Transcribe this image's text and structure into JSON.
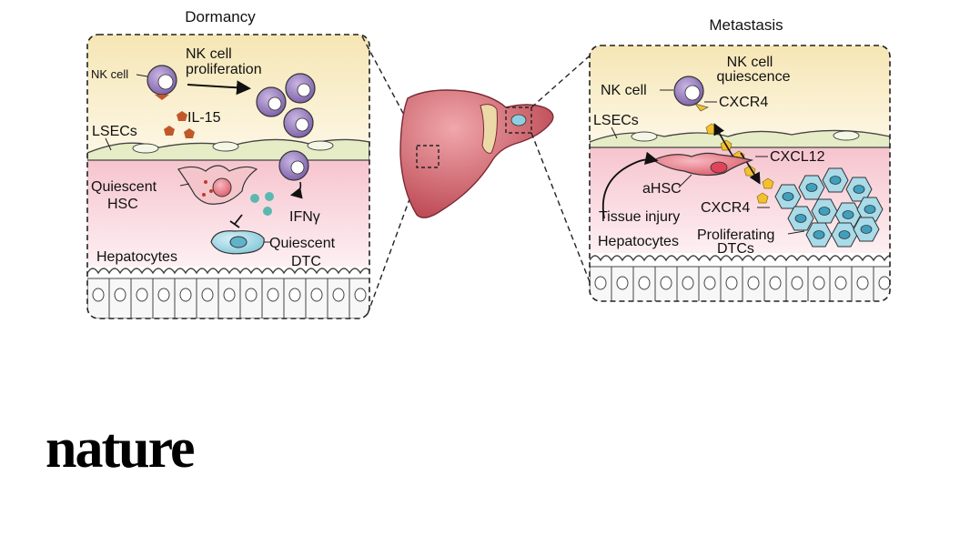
{
  "dormancy": {
    "title": "Dormancy",
    "nk_cell": "NK cell",
    "nk_prolif_1": "NK cell",
    "nk_prolif_2": "proliferation",
    "il15": "IL-15",
    "lsecs": "LSECs",
    "hsc_1": "Quiescent",
    "hsc_2": "HSC",
    "ifng": "IFNγ",
    "hepatocytes": "Hepatocytes",
    "dtc_1": "Quiescent",
    "dtc_2": "DTC"
  },
  "metastasis": {
    "title": "Metastasis",
    "nk_q_1": "NK cell",
    "nk_q_2": "quiescence",
    "nk_cell": "NK cell",
    "cxcr4_top": "CXCR4",
    "lsecs": "LSECs",
    "cxcl12": "CXCL12",
    "ahsc": "aHSC",
    "cxcr4_mid": "CXCR4",
    "injury": "Tissue injury",
    "hepatocytes": "Hepatocytes",
    "prolif_1": "Proliferating",
    "prolif_2": "DTCs"
  },
  "brand": {
    "logo": "nature"
  },
  "colors": {
    "nk_cell": "#7b5ea7",
    "il15": "#c0582a",
    "cxcl12": "#f2c12e",
    "dtc": "#a9dbe8",
    "hsc": "#e36a78",
    "liver": "#c9505a",
    "lsec": "#e3ecc4"
  }
}
